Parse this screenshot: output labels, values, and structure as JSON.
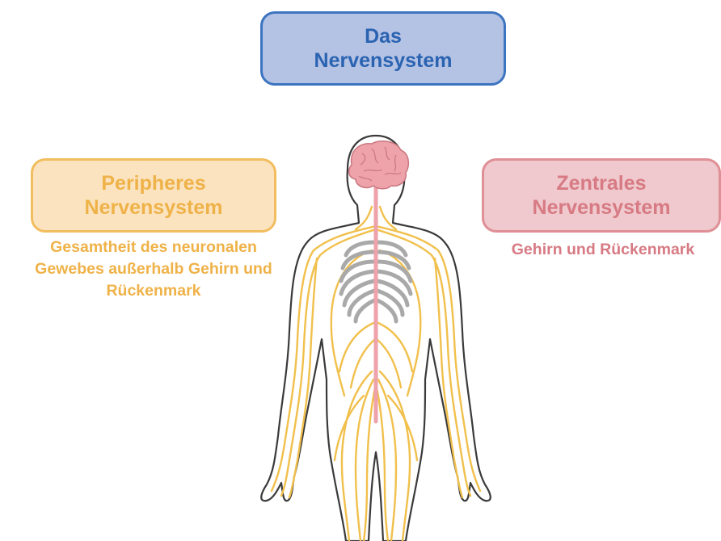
{
  "title": {
    "line1": "Das",
    "line2": "Nervensystem"
  },
  "peripheral": {
    "line1": "Peripheres",
    "line2": "Nervensystem",
    "description": [
      "Gesamtheit des neuronalen",
      "Gewebes außerhalb Gehirn und",
      "Rückenmark"
    ]
  },
  "central": {
    "line1": "Zentrales",
    "line2": "Nervensystem",
    "description": [
      "Gehirn und Rückenmark"
    ]
  },
  "colors": {
    "title_fill": "#b4c2e4",
    "title_border": "#3c74c0",
    "title_text": "#2a63b1",
    "peripheral_fill": "#fbe3c0",
    "peripheral_border": "#f2bd5e",
    "peripheral_text": "#efb248",
    "central_fill": "#efc9cd",
    "central_border": "#df8f96",
    "central_text": "#d77a83",
    "nerve": "#f1c04c",
    "brain": "#eea2aa",
    "ribcage": "#a9a9a9"
  },
  "icons": [
    "human-body-illustration",
    "brain-icon",
    "spinal-cord-icon",
    "ribcage-icon",
    "nerves-icon"
  ]
}
